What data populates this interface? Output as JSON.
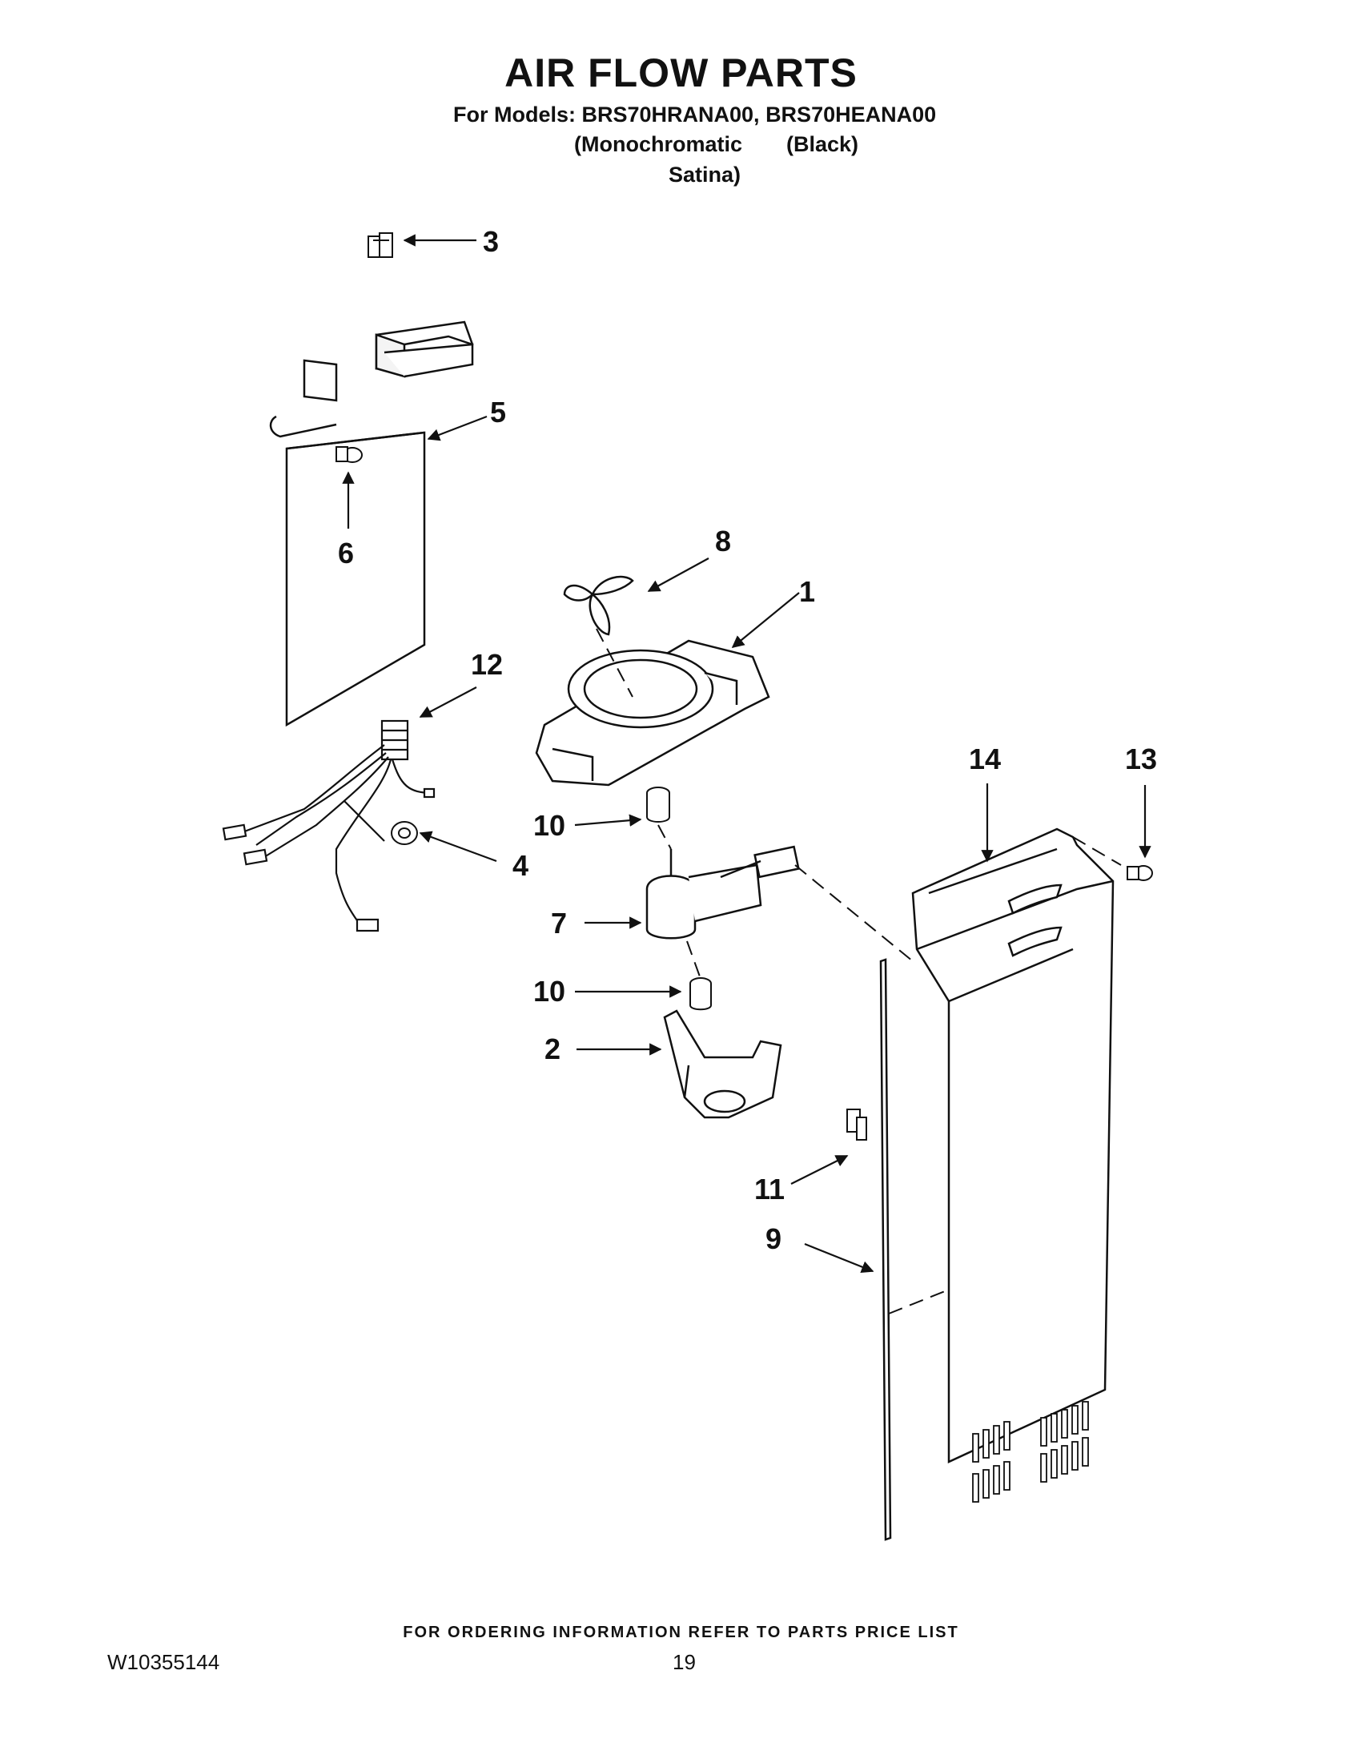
{
  "header": {
    "title": "AIR FLOW PARTS",
    "models_line": "For Models: BRS70HRANA00, BRS70HEANA00",
    "variant_left": "(Monochromatic",
    "variant_right": "(Black)",
    "variant_left_cont": "Satina)"
  },
  "callouts": {
    "p1": "1",
    "p2": "2",
    "p3": "3",
    "p4": "4",
    "p5": "5",
    "p6": "6",
    "p7": "7",
    "p8": "8",
    "p9": "9",
    "p10a": "10",
    "p10b": "10",
    "p11": "11",
    "p12": "12",
    "p13": "13",
    "p14": "14"
  },
  "footer": {
    "ordering_note": "FOR ORDERING INFORMATION REFER TO PARTS PRICE LIST",
    "document_number": "W10355144",
    "page_number": "19"
  }
}
